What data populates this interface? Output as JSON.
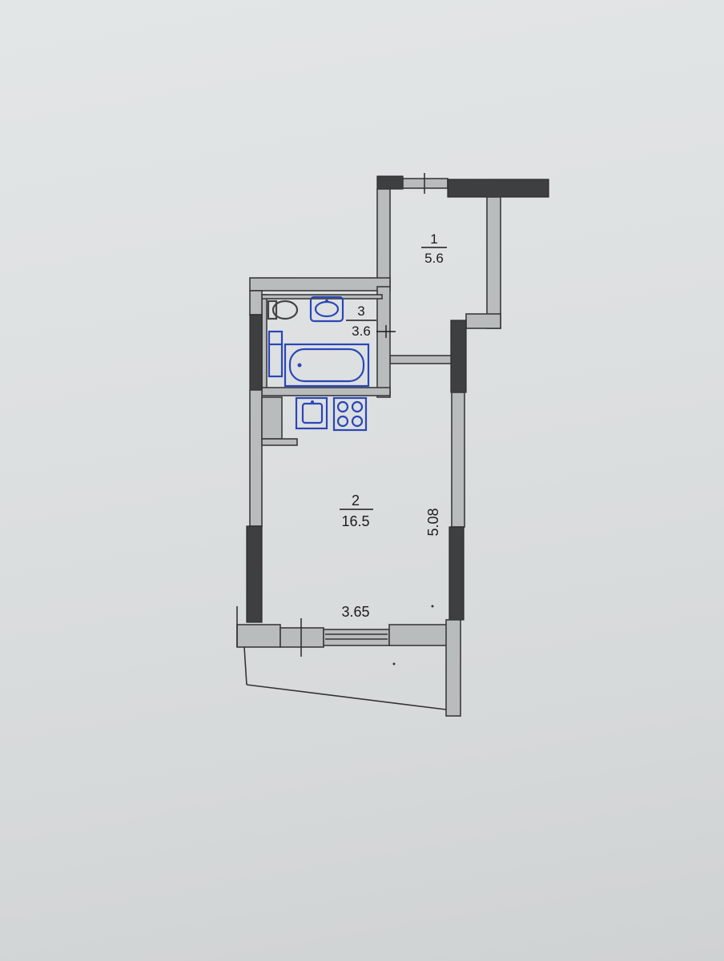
{
  "rooms": [
    {
      "number": "1",
      "area": "5.6"
    },
    {
      "number": "2",
      "area": "16.5"
    },
    {
      "number": "3",
      "area": "3.6"
    }
  ],
  "dimensions": {
    "width": "3.65",
    "length": "5.08"
  },
  "colors": {
    "wall_fill": "#b9bcbc",
    "wall_dark": "#3d3f41",
    "fixture_blue": "#2b46b8",
    "paper": "#dcdfe0"
  }
}
